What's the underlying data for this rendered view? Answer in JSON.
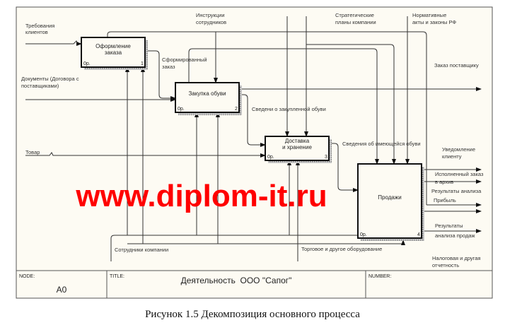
{
  "boxes": [
    {
      "label_1": "Оформление",
      "label_2": "заказа",
      "cost": "0р.",
      "number": "1"
    },
    {
      "label_1": "Закупка обуви",
      "label_2": "",
      "cost": "0р.",
      "number": "2"
    },
    {
      "label_1": "Доставка",
      "label_2": "и хранение",
      "cost": "0р.",
      "number": "3"
    },
    {
      "label_1": "Продажи",
      "label_2": "",
      "cost": "0р.",
      "number": "4"
    }
  ],
  "arrows": {
    "requirements": [
      "Требования",
      "клиентов"
    ],
    "documents": [
      "Документы (Договора с",
      "поставщиками)"
    ],
    "goods": "Товар",
    "instructions": [
      "Инструкции",
      "сотрудников"
    ],
    "formed_order": [
      "Сформированный",
      "заказ"
    ],
    "strategic_plans": [
      "Стратегические",
      "планы компании"
    ],
    "regulations": [
      "Нормативные",
      "акты и законы РФ"
    ],
    "supplier_order": "Заказ поставщику",
    "purchased_info": "Сведени о закупленной обуви",
    "available_info": "Сведения об имеющейся обуви",
    "client_notice": [
      "Уведомление",
      "клиенту"
    ],
    "archived_order": [
      "Исполненный заказ",
      "в архив"
    ],
    "analysis_results": "Результаты анализа",
    "profit": "Прибыль",
    "sales_analysis": [
      "Результаты",
      "анализа продаж"
    ],
    "tax_reports": [
      "Налоговая и другая",
      "отчетность"
    ],
    "equipment": "Торговое и другое оборудование",
    "staff": "Сотрудники компании"
  },
  "title_block": {
    "node_label": "NODE:",
    "node_value": "A0",
    "title_label": "TITLE:",
    "title_value": "Деятельность  ООО \"Сапог\"",
    "number_label": "NUMBER:"
  },
  "watermark": "www.diplom-it.ru",
  "caption": "Рисунок 1.5 Декомпозиция основного процесса"
}
